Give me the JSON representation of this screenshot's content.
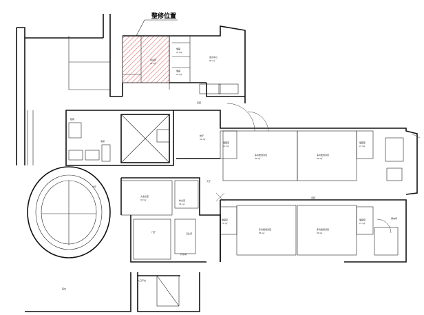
{
  "diagram": {
    "title": "整修位置",
    "hatch_color": "#d9534f",
    "rooms": [
      {
        "id": "r1",
        "label": "会议室",
        "area": "52.3㎡"
      },
      {
        "id": "r2",
        "label": "会议中心",
        "area": "80.1㎡"
      },
      {
        "id": "r3",
        "label": "储藏",
        "area": "25.0㎡"
      },
      {
        "id": "r4",
        "label": "储藏",
        "area": "25.0㎡"
      },
      {
        "id": "r5",
        "label": "大厅",
        "area": ""
      },
      {
        "id": "r6",
        "label": "前厅",
        "area": "42.3㎡"
      },
      {
        "id": "r7",
        "label": "多功能培训室",
        "area": "85.4㎡"
      },
      {
        "id": "r8",
        "label": "多功能培训室",
        "area": "85.4㎡"
      },
      {
        "id": "r9",
        "label": "多功能培训室",
        "area": "85.4㎡"
      },
      {
        "id": "r10",
        "label": "多功能培训室",
        "area": "85.4㎡"
      },
      {
        "id": "r11",
        "label": "储藏室",
        "area": "21.3㎡"
      },
      {
        "id": "r12",
        "label": "储藏室",
        "area": "21.3㎡"
      },
      {
        "id": "r13",
        "label": "储藏室",
        "area": "21.3㎡"
      },
      {
        "id": "r14",
        "label": "储藏室",
        "area": "21.3㎡"
      },
      {
        "id": "r15",
        "label": "大会议室",
        "area": "90.3㎡"
      },
      {
        "id": "r16",
        "label": "休息室",
        "area": "18.1㎡"
      },
      {
        "id": "r17",
        "label": "走廊",
        "area": ""
      },
      {
        "id": "r18",
        "label": "走廊",
        "area": ""
      },
      {
        "id": "r19",
        "label": "楼梯",
        "area": ""
      },
      {
        "id": "r20",
        "label": "电梯",
        "area": ""
      },
      {
        "id": "r21",
        "label": "卫生间",
        "area": ""
      },
      {
        "id": "r22",
        "label": "露台",
        "area": ""
      },
      {
        "id": "r23",
        "label": "开水间",
        "area": ""
      },
      {
        "id": "r24",
        "label": "弱电间",
        "area": ""
      },
      {
        "id": "r25",
        "label": "大厅",
        "area": ""
      },
      {
        "id": "r26",
        "label": "入口平台",
        "area": ""
      },
      {
        "id": "r27",
        "label": "门厅",
        "area": ""
      }
    ]
  }
}
